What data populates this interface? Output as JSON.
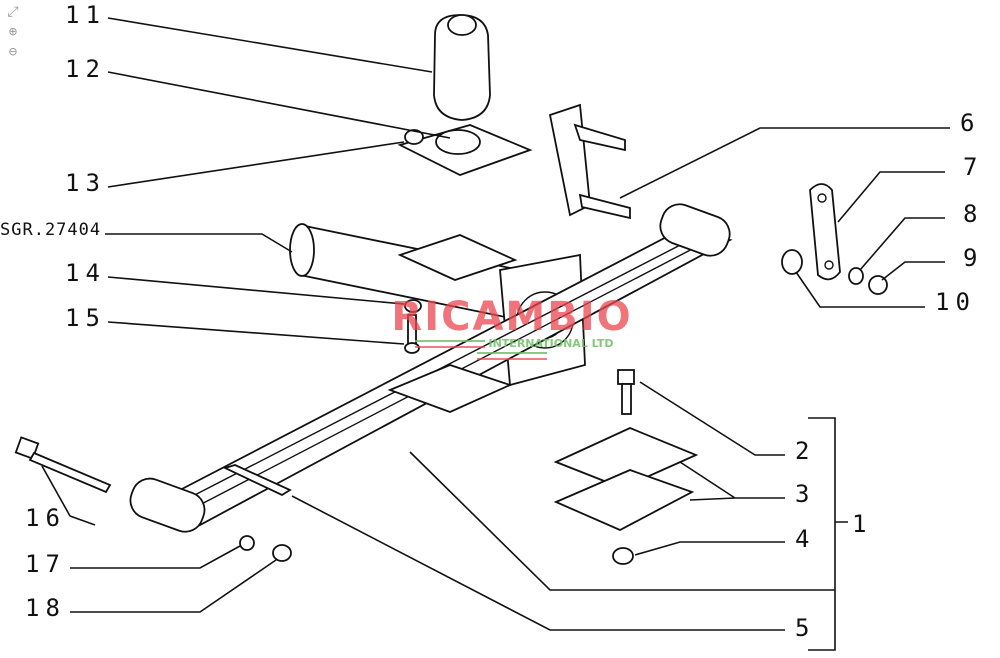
{
  "toolbar": {
    "items": [
      {
        "icon": "fit-screen-icon",
        "glyph": "⤢"
      },
      {
        "icon": "zoom-in-icon",
        "glyph": "⊕"
      },
      {
        "icon": "zoom-out-icon",
        "glyph": "⊖"
      }
    ]
  },
  "diagram": {
    "reference_code": "SGR.27404",
    "callouts": [
      "1",
      "2",
      "3",
      "4",
      "5",
      "6",
      "7",
      "8",
      "9",
      "10",
      "11",
      "12",
      "13",
      "14",
      "15",
      "16",
      "17",
      "18"
    ]
  },
  "watermark": {
    "brand": "RICAMBIO",
    "subtitle": "INTERNATIONAL LTD",
    "colors": {
      "primary": "#eb4650",
      "secondary": "#6ebe64"
    }
  }
}
